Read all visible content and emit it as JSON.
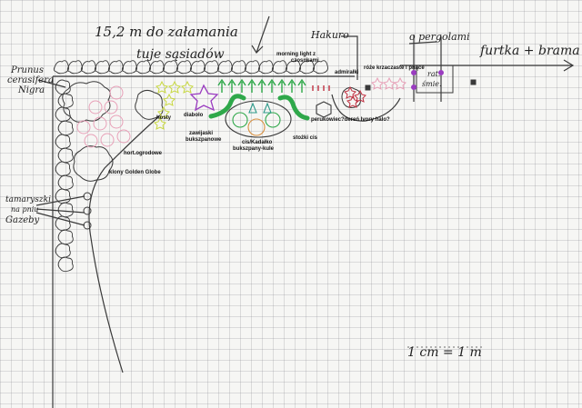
{
  "labels": {
    "title": "15,2 m do załamania",
    "neighbors": "tuje sąsiadów",
    "hakuro": "Hakuro",
    "pergola": "o pergolami",
    "gate": "furtka + brama",
    "prunus_1": "Prunus",
    "prunus_2": "cerasifera",
    "prunus_3": "Nigra",
    "tamarisk_1": "tamaryszki",
    "tamarisk_2": "na pniu",
    "tamarisk_3": "Gazeby",
    "morning_light_1": "morning light z",
    "morning_light_2": "czosnkami",
    "admiral": "admirałki",
    "roses": "róże krzaczaste i pnące",
    "storage_1": "rat.",
    "storage_2": "śmie.",
    "hostas": "hosty",
    "diabolo": "diabolo",
    "japanese_box_1": "zawijaski",
    "japanese_box_2": "bukszpanowe",
    "hydrangea": "hort.ogrodowe",
    "maples": "klony Golden Globe",
    "cypress_box_1": "cis/Kadałko",
    "cypress_box_2": "bukszpany-kule",
    "yew_cones": "stożki cis",
    "dogwood": "perukowiec?dereń Ivory halo?",
    "scale": "1 cm = 1 m"
  },
  "colors": {
    "pencil": "#3a3a3a",
    "green_marker": "#2fa84a",
    "yellow_green": "#c8d840",
    "purple": "#9a3cc0",
    "pink": "#e8a0b8",
    "red": "#c03040",
    "orange": "#d89040",
    "teal": "#2e9a8a"
  }
}
